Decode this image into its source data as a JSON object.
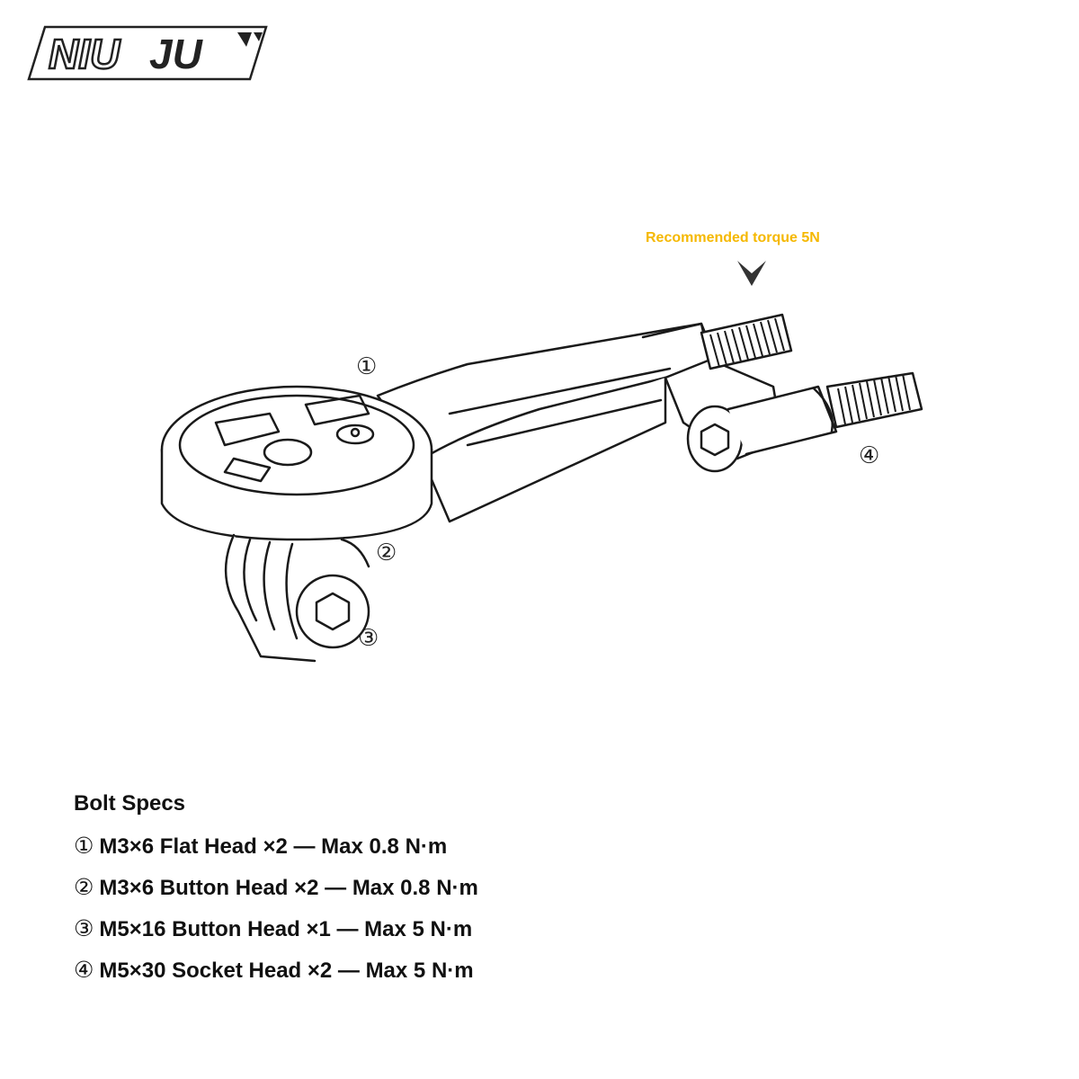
{
  "logo": {
    "text_left": "NIU",
    "text_right": "JU"
  },
  "torque_note": "Recommended torque 5N",
  "callouts": [
    "①",
    "②",
    "③",
    "④"
  ],
  "specs": {
    "title": "Bolt Specs",
    "items": [
      {
        "num": "①",
        "text": "M3×6 Flat Head ×2 — Max 0.8 N·m"
      },
      {
        "num": "②",
        "text": "M3×6 Button Head ×2 — Max 0.8 N·m"
      },
      {
        "num": "③",
        "text": "M5×16 Button Head ×1 — Max 5 N·m"
      },
      {
        "num": "④",
        "text": "M5×30 Socket Head ×2 — Max 5 N·m"
      }
    ]
  },
  "colors": {
    "accent": "#f5b800",
    "line": "#1a1a1a"
  }
}
